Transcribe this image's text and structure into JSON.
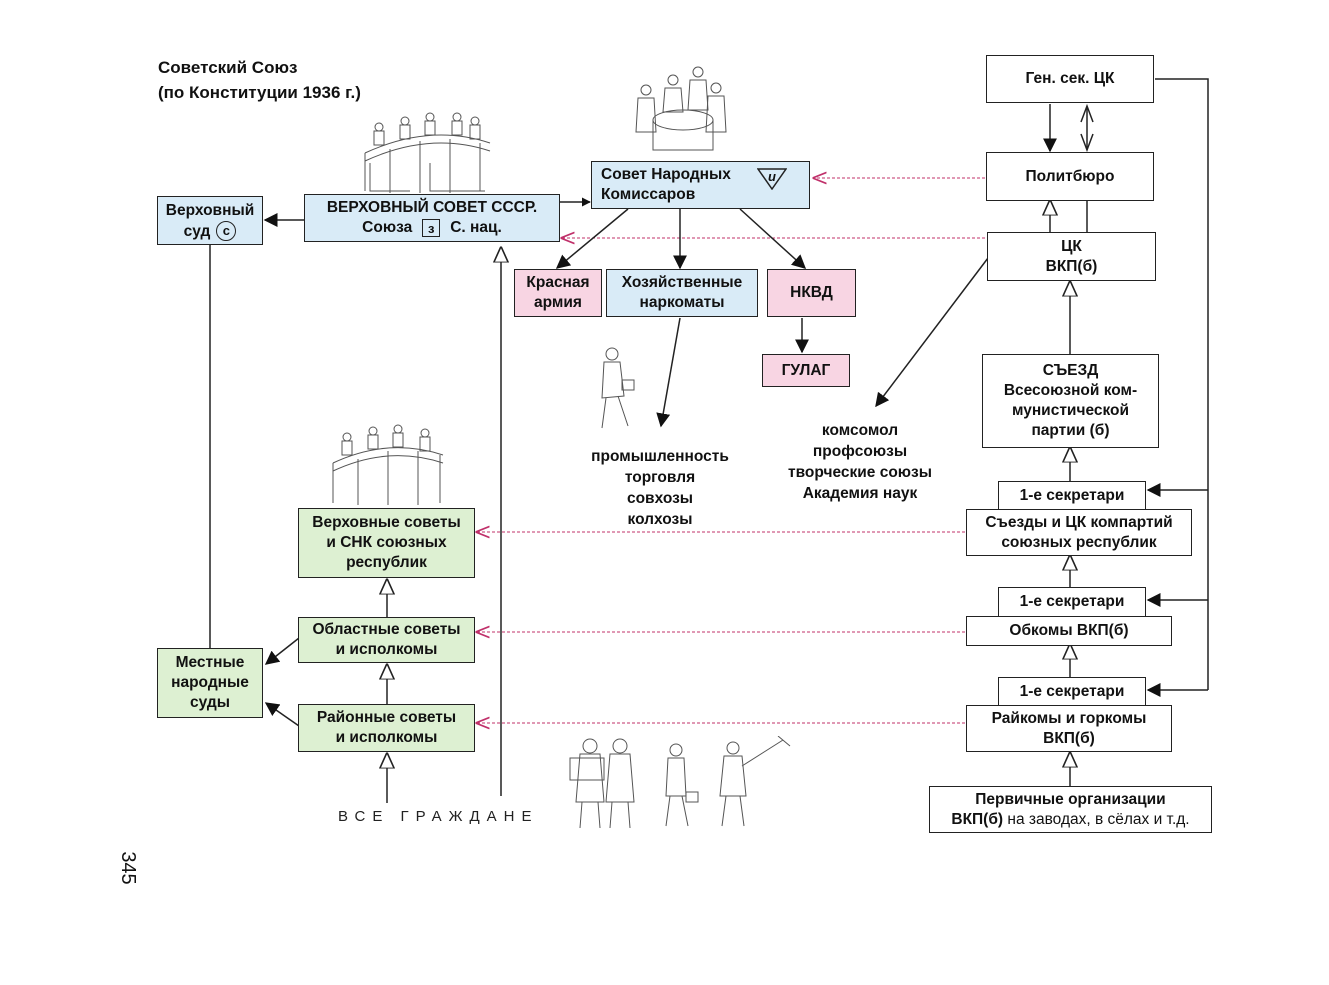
{
  "title": {
    "line1": "Советский Союз",
    "line2": "(по Конституции 1936 г.)"
  },
  "state": {
    "supreme_court": {
      "line1": "Верховный",
      "line2": "суд",
      "mark": "с"
    },
    "supreme_soviet": {
      "line1": "ВЕРХОВНЫЙ СОВЕТ СССР.",
      "left": "Союза",
      "mark": "з",
      "right": "С. нац."
    },
    "snk": {
      "line1": "Совет Народных",
      "line2": "Комиссаров",
      "mark": "и"
    },
    "red_army": {
      "line1": "Красная",
      "line2": "армия"
    },
    "econ": {
      "line1": "Хозяйственные",
      "line2": "наркоматы"
    },
    "nkvd": "НКВД",
    "gulag": "ГУЛАГ",
    "econ_sectors": [
      "промышленность",
      "торговля",
      "совхозы",
      "колхозы"
    ],
    "organizations": [
      "комсомол",
      "профсоюзы",
      "творческие союзы",
      "Академия наук"
    ],
    "republic_soviets": [
      "Верховные советы",
      "и СНК союзных",
      "республик"
    ],
    "oblast_soviets": [
      "Областные советы",
      "и исполкомы"
    ],
    "raion_soviets": [
      "Районные советы",
      "и исполкомы"
    ],
    "local_courts": [
      "Местные",
      "народные",
      "суды"
    ],
    "citizens": "ВСЕ ГРАЖДАНЕ"
  },
  "party": {
    "gensec": "Ген. сек. ЦК",
    "politburo": "Политбюро",
    "cc": {
      "line1": "ЦК",
      "line2": "ВКП(б)"
    },
    "congress": [
      "СЪЕЗД",
      "Всесоюзной ком-",
      "мунистической",
      "партии (б)"
    ],
    "first_secretaries": "1-е секретари",
    "republic_parties": [
      "Съезды и ЦК компартий",
      "союзных республик"
    ],
    "obkoms": "Обкомы ВКП(б)",
    "raikoms": [
      "Райкомы и горкомы",
      "ВКП(б)"
    ],
    "primary": {
      "line1": "Первичные организации",
      "line2_bold": "ВКП(б)",
      "line2_rest": " на заводах, в сёлах и т.д."
    }
  },
  "page_number": "345",
  "colors": {
    "state_blue": "#d9ebf7",
    "soviet_green": "#ddf0d2",
    "org_pink": "#f8d5e3",
    "dashed_arrow": "#c0306a",
    "line": "#222222"
  }
}
